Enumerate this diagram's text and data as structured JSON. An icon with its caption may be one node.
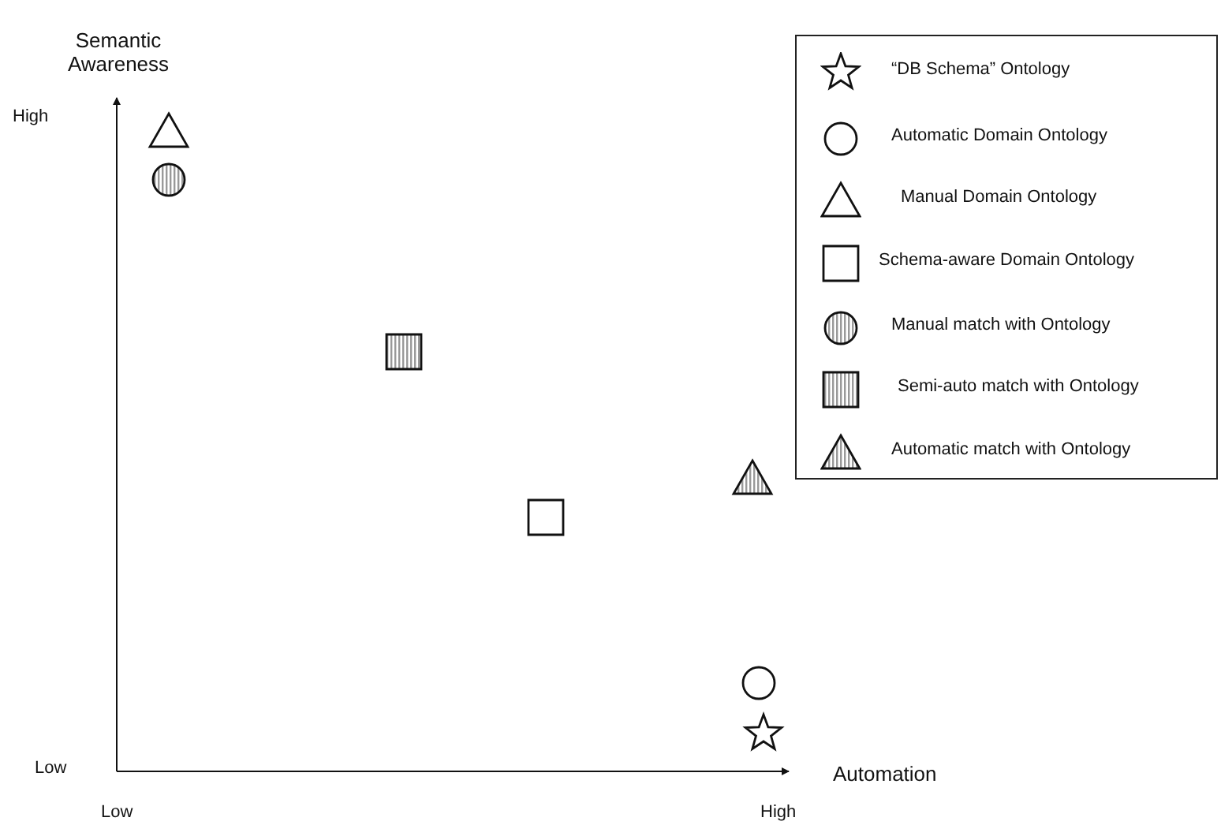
{
  "diagram": {
    "labels": [
      "Semantic Awareness",
      "High",
      "Low",
      "Low",
      "High",
      "Automation"
    ],
    "legend": [
      {
        "text": "“DB Schema” Ontology"
      },
      {
        "text": "Automatic Domain Ontology"
      },
      {
        "text": "Manual Domain Ontology"
      },
      {
        "text": "Schema-aware Domain Ontology"
      },
      {
        "text": "Manual match with Ontology"
      },
      {
        "text": "Semi-auto match with Ontology"
      },
      {
        "text": "Automatic match with Ontology"
      }
    ]
  }
}
